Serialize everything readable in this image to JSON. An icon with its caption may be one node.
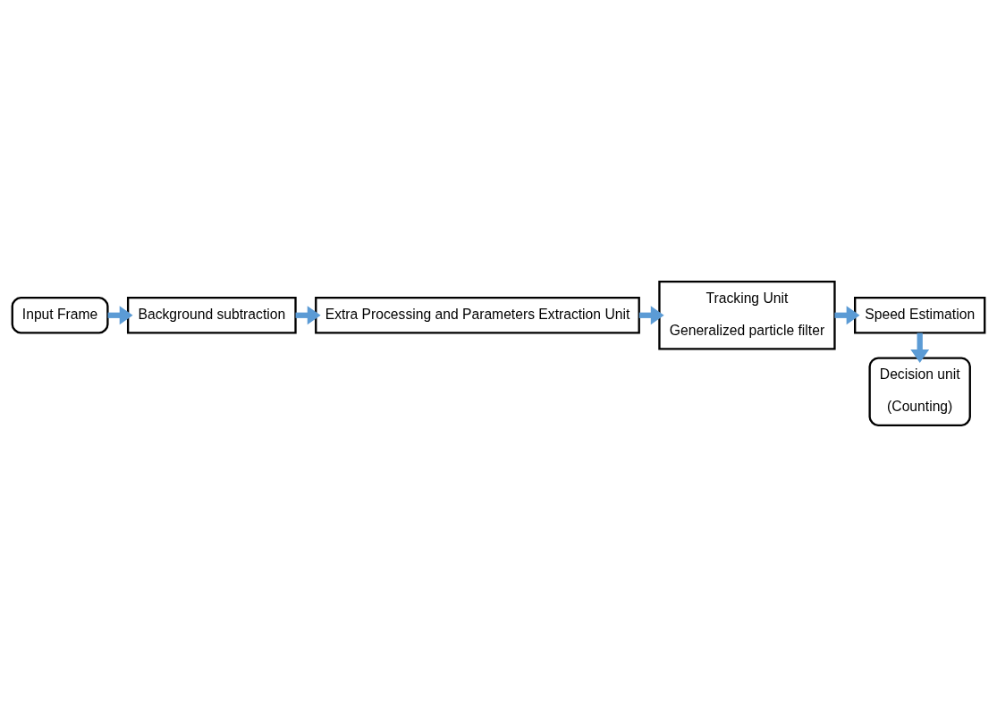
{
  "diagram": {
    "nodes": [
      {
        "text": [
          "Input Frame"
        ]
      },
      {
        "text": [
          "Background subtraction"
        ]
      },
      {
        "text": [
          "Extra Processing and Parameters Extraction Unit"
        ]
      },
      {
        "text": [
          "Tracking Unit",
          "Generalized particle filter"
        ]
      },
      {
        "text": [
          "Speed Estimation"
        ]
      },
      {
        "text": [
          "Decision unit",
          "(Counting)"
        ]
      }
    ],
    "edges": [
      {
        "from": 0,
        "to": 1,
        "arrow": "to"
      },
      {
        "from": 1,
        "to": 2,
        "arrow": "to"
      },
      {
        "from": 2,
        "to": 3,
        "arrow": "to"
      },
      {
        "from": 3,
        "to": 4,
        "arrow": "to"
      },
      {
        "from": 4,
        "to": 5,
        "arrow": "to"
      }
    ]
  }
}
